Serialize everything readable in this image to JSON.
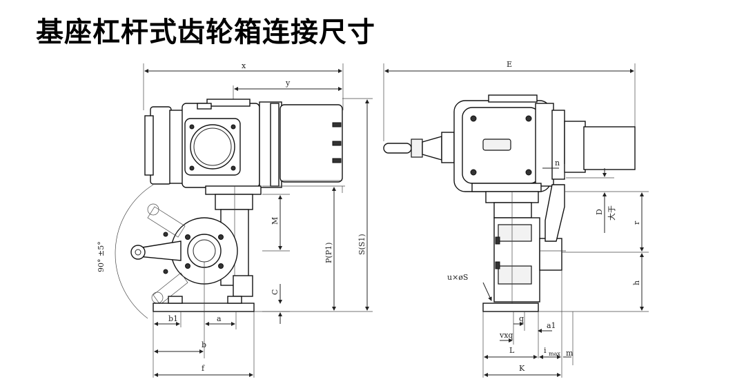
{
  "title": "基座杠杆式齿轮箱连接尺寸",
  "left_view": {
    "dims": {
      "x": "x",
      "y": "y",
      "M": "M",
      "P": "P(P1)",
      "S": "S(S1)",
      "C": "C",
      "angle": "90° ±5°",
      "b1": "b1",
      "a": "a",
      "b": "b",
      "f": "f"
    }
  },
  "right_view": {
    "dims": {
      "E": "E",
      "n": "n",
      "D": "D",
      "D_note": "大于",
      "r": "r",
      "h": "h",
      "uxS": "u×øS",
      "q": "q",
      "a1": "a1",
      "vxq": "vxq",
      "L": "L",
      "i": "i",
      "i_sub": "max",
      "m": "m",
      "K": "K"
    }
  },
  "colors": {
    "line": "#222222",
    "background": "#ffffff"
  }
}
